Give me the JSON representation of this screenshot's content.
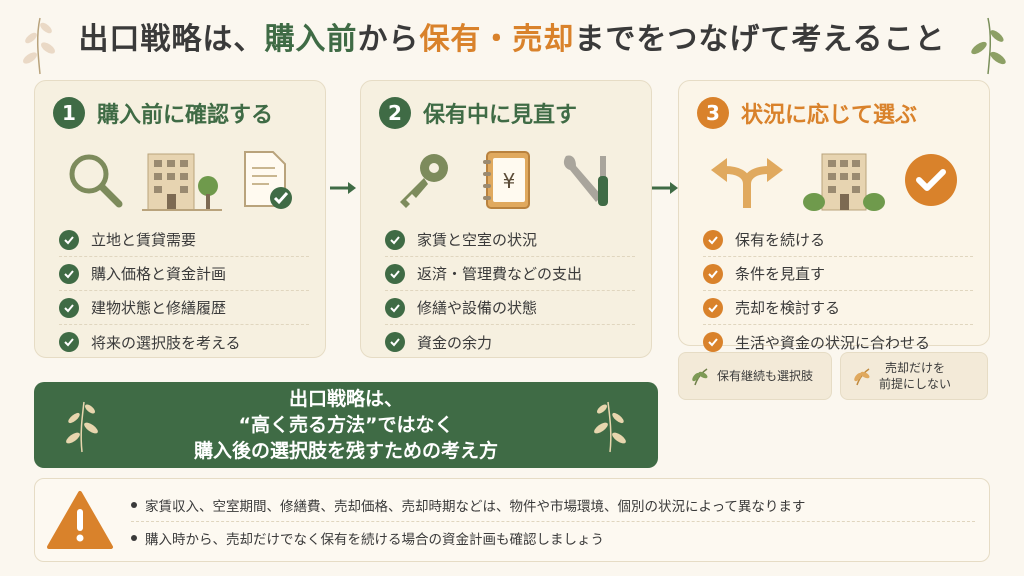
{
  "title": {
    "part1": "出口戦略は、",
    "part2": "購入前",
    "part3": "から",
    "part4": "保有・売却",
    "part5": "までをつなげて考えること"
  },
  "cards": [
    {
      "number": "1",
      "title": "購入前に確認する",
      "icons": [
        "magnifier-icon",
        "building-icon",
        "document-check-icon"
      ],
      "items": [
        "立地と賃貸需要",
        "購入価格と資金計画",
        "建物状態と修繕履歴",
        "将来の選択肢を考える"
      ]
    },
    {
      "number": "2",
      "title": "保有中に見直す",
      "icons": [
        "key-icon",
        "yen-ledger-icon",
        "tools-icon"
      ],
      "items": [
        "家賃と空室の状況",
        "返済・管理費などの支出",
        "修繕や設備の状態",
        "資金の余力"
      ],
      "ledger_symbol": "¥"
    },
    {
      "number": "3",
      "title": "状況に応じて選ぶ",
      "icons": [
        "fork-arrow-icon",
        "building-icon",
        "check-circle-icon"
      ],
      "items": [
        "保有を続ける",
        "条件を見直す",
        "売却を検討する",
        "生活や資金の状況に合わせる"
      ]
    }
  ],
  "tags": [
    {
      "text": "保有継続も選択肢"
    },
    {
      "line1": "売却だけを",
      "line2": "前提にしない"
    }
  ],
  "banner": {
    "line1": "出口戦略は、",
    "line2": "“高く売る方法”ではなく",
    "line3": "購入後の選択肢を残すための考え方"
  },
  "notice": {
    "items": [
      "家賃収入、空室期間、修繕費、売却価格、売却時期などは、物件や市場環境、個別の状況によって異なります",
      "購入時から、売却だけでなく保有を続ける場合の資金計画も確認しましょう"
    ]
  },
  "colors": {
    "green": "#3f6b45",
    "orange": "#d9822b",
    "background": "#fbf7ef"
  }
}
